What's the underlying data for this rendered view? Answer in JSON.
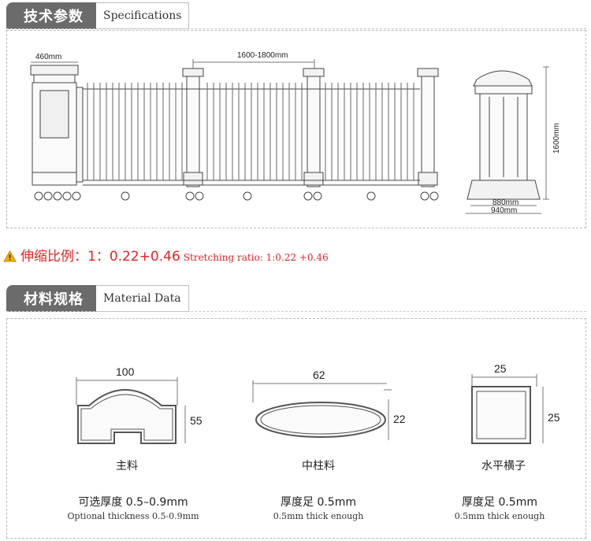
{
  "spec_section": {
    "title_cn": "技术参数",
    "title_en": "Specifications",
    "dims": {
      "pillar_width": "460mm",
      "span": "1600-1800mm",
      "height": "1600mm",
      "base_inner": "880mm",
      "base_outer": "940mm"
    }
  },
  "ratio": {
    "label_cn": "伸缩比例：1：0.22+0.46",
    "label_en": "Stretching ratio: 1:0.22 +0.46",
    "warning_color": "#f2b400",
    "text_color": "#e02424"
  },
  "material_section": {
    "title_cn": "材料规格",
    "title_en": "Material Data",
    "items": [
      {
        "width": "100",
        "height": "55",
        "name": "主料",
        "thickness_cn": "可选厚度 0.5–0.9mm",
        "thickness_en": "Optional thickness 0.5-0.9mm"
      },
      {
        "width": "62",
        "height": "22",
        "name": "中柱料",
        "thickness_cn": "厚度足 0.5mm",
        "thickness_en": "0.5mm thick enough"
      },
      {
        "width": "25",
        "height": "25",
        "name": "水平横子",
        "thickness_cn": "厚度足 0.5mm",
        "thickness_en": "0.5mm thick enough"
      }
    ]
  },
  "colors": {
    "header_bg": "#6b6b6b",
    "line": "#555555"
  }
}
